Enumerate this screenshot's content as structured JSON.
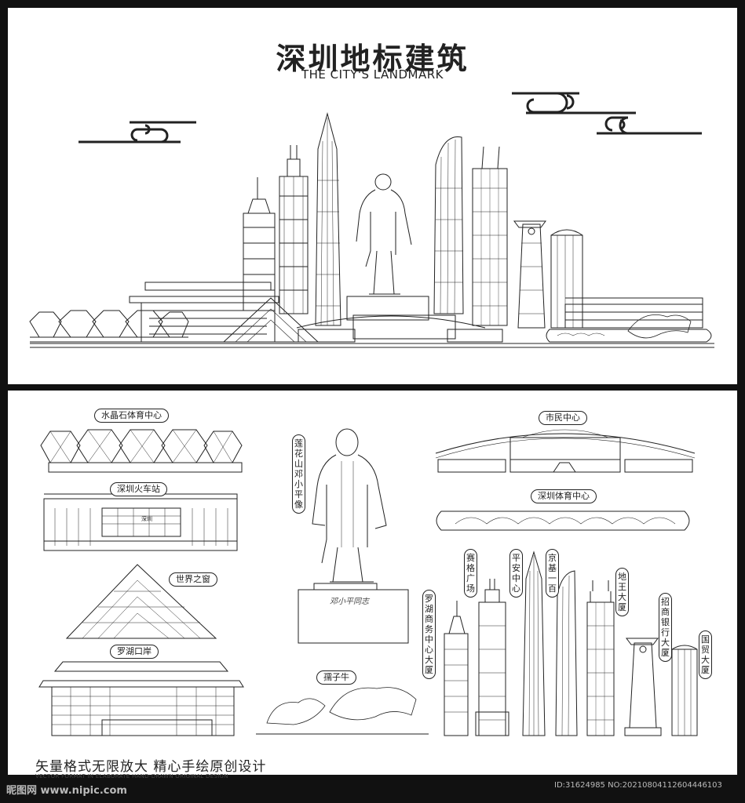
{
  "top": {
    "title_cn": "深圳地标建筑",
    "title_en": "THE CITY'S LANDMARK"
  },
  "bottom": {
    "labels": {
      "crystal_stadium": "水晶石体育中心",
      "railway_station": "深圳火车站",
      "window_of_world": "世界之窗",
      "luohu_port": "罗湖口岸",
      "deng_statue": "莲花山邓小平像",
      "civic_center": "市民中心",
      "sports_center": "深圳体育中心",
      "bull": "孺子牛",
      "saige": "赛格广场",
      "pingan": "平安中心",
      "kingkey": "京基一百",
      "diwang": "地王大厦",
      "cmb": "招商银行大厦",
      "luohu_business": "罗湖商务中心大厦",
      "guomao": "国贸大厦"
    },
    "statue_inscription": "邓小平同志",
    "station_sign": "深圳",
    "slogan_cn": "矢量格式无限放大  精心手绘原创设计",
    "slogan_en": "VECTOR FORMAT IN ELABORATE HAND-DRAWN ORIGINAL DESIGN"
  },
  "watermark": {
    "site": "昵图网 www.nipic.com",
    "id": "ID:31624985 NO:20210804112604446103"
  },
  "colors": {
    "background": "#111111",
    "panel": "#ffffff",
    "line": "#222222"
  }
}
